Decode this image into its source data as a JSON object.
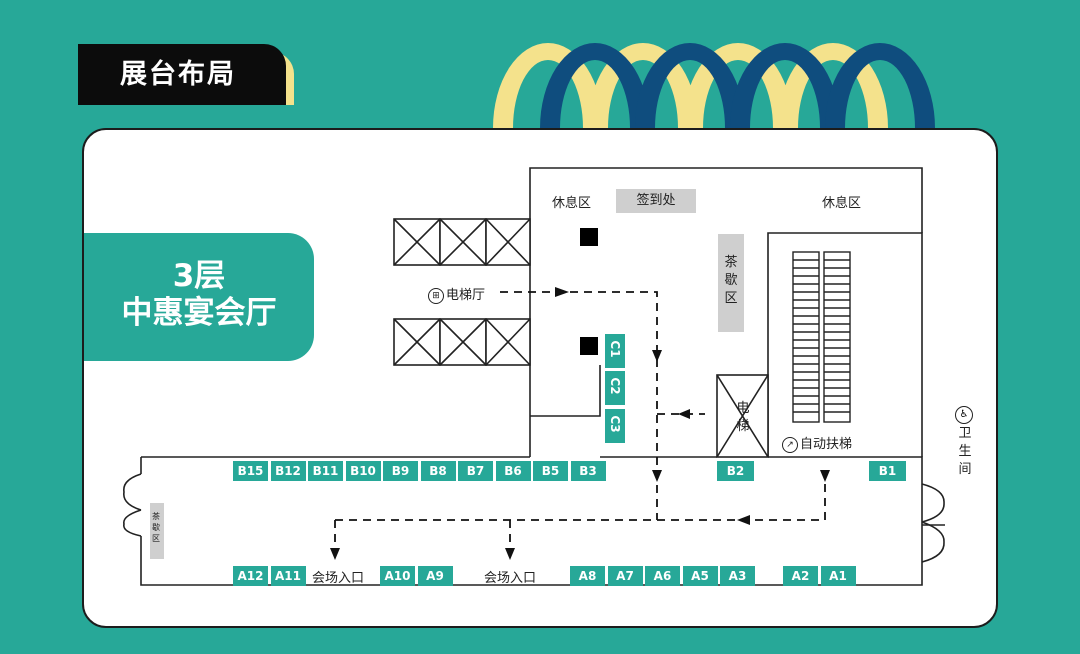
{
  "title": "展台布局",
  "hall": {
    "floor": "3层",
    "name": "中惠宴会厅"
  },
  "areas": {
    "rest_left": "休息区",
    "rest_right": "休息区",
    "signin": "签到处",
    "tea_top": "茶歇区",
    "tea_left": "茶歇区",
    "elevator_hall": "电梯厅",
    "elevator": "电梯",
    "escalator": "自动扶梯",
    "restroom": "卫生间",
    "entrance_1": "会场入口",
    "entrance_2": "会场入口"
  },
  "booths_b_row": [
    "B15",
    "B12",
    "B11",
    "B10",
    "B9",
    "B8",
    "B7",
    "B6",
    "B5",
    "B3"
  ],
  "booths_b_single": [
    "B2",
    "B1"
  ],
  "booths_c": [
    "C1",
    "C2",
    "C3"
  ],
  "booths_a_group1": [
    "A12",
    "A11"
  ],
  "booths_a_group2": [
    "A10",
    "A9"
  ],
  "booths_a_group3": [
    "A8",
    "A7",
    "A6",
    "A5",
    "A3"
  ],
  "booths_a_group4": [
    "A2",
    "A1"
  ],
  "colors": {
    "teal": "#27a898",
    "navy": "#0f4d7e",
    "yellow": "#f4e28c",
    "black": "#0c0c0c",
    "grey": "#cfcfcf"
  }
}
